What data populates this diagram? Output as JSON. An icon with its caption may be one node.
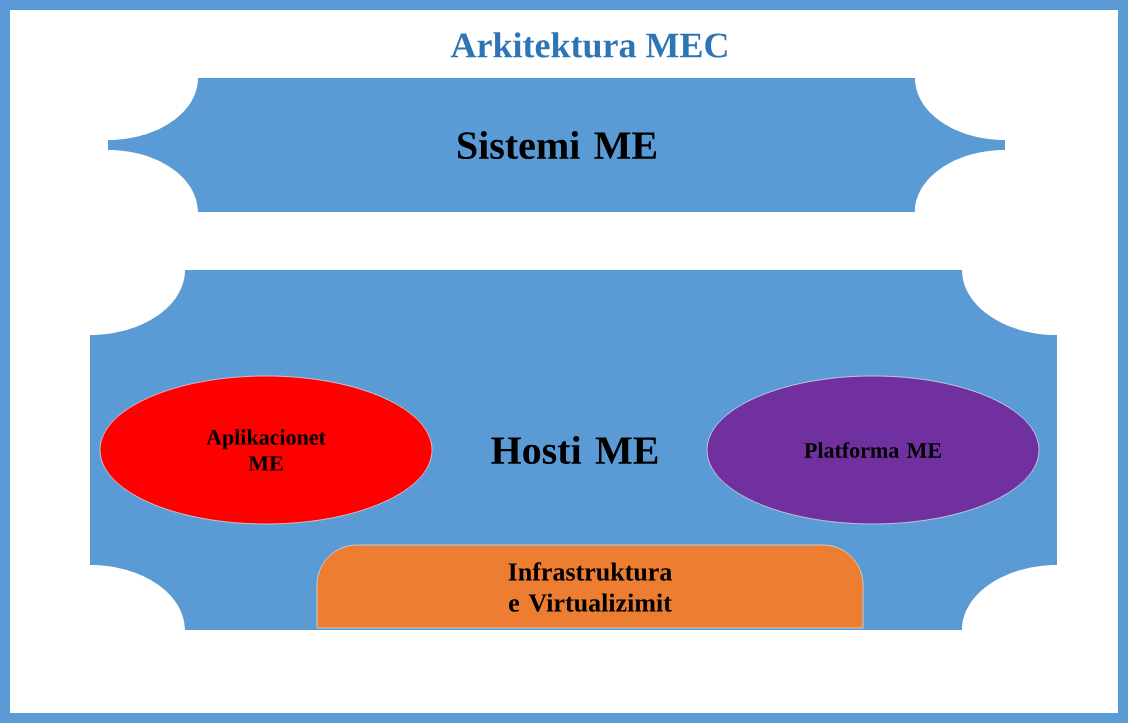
{
  "diagram": {
    "title": "Arkitektura MEC",
    "nodes": [
      {
        "text": [
          "Sistemi ME"
        ]
      },
      {
        "text": [
          "Hosti ME"
        ]
      },
      {
        "text": [
          "Aplikacionet ME"
        ],
        "in": 1
      },
      {
        "text": [
          "Platforma ME"
        ],
        "in": 1
      },
      {
        "text": [
          "Infrastruktura e Virtualizimit"
        ],
        "in": 1
      }
    ]
  }
}
